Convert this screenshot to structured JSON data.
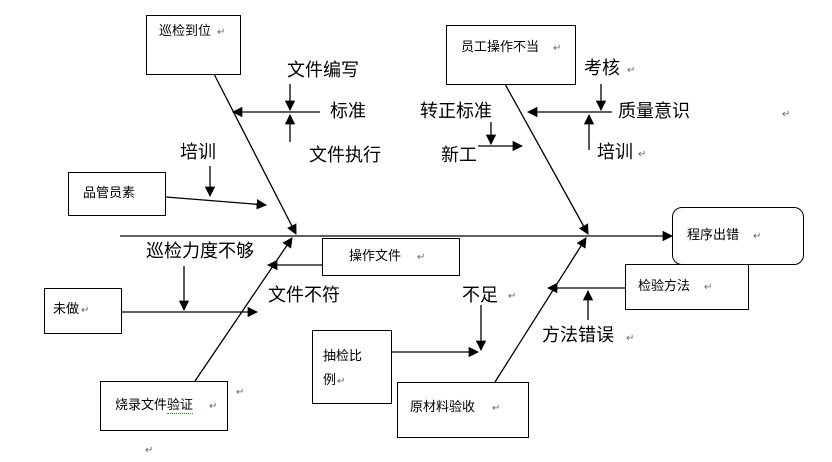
{
  "boxes": {
    "inspection_in_place": "巡检到位",
    "staff_misoperation": "员工操作不当",
    "qc_quality": "品管员素",
    "program_error": "程序出错",
    "operation_document": "操作文件",
    "not_done": "未做",
    "inspection_method": "检验方法",
    "sampling_ratio_line1": "抽检比",
    "sampling_ratio_line2": "例",
    "burn_file_verify": "烧录文件验证",
    "raw_material_receipt": "原材料验收"
  },
  "labels": {
    "doc_writing": "文件编写",
    "standard": "标准",
    "doc_execution": "文件执行",
    "training_left": "培训",
    "regular_standard": "转正标准",
    "new_staff": "新工",
    "assessment": "考核",
    "quality_awareness": "质量意识",
    "training_right": "培训",
    "inspection_not_enough": "巡检力度不够",
    "doc_mismatch": "文件不符",
    "insufficient": "不足",
    "method_error": "方法错误"
  },
  "marks": {
    "return_symbol": "↵"
  }
}
